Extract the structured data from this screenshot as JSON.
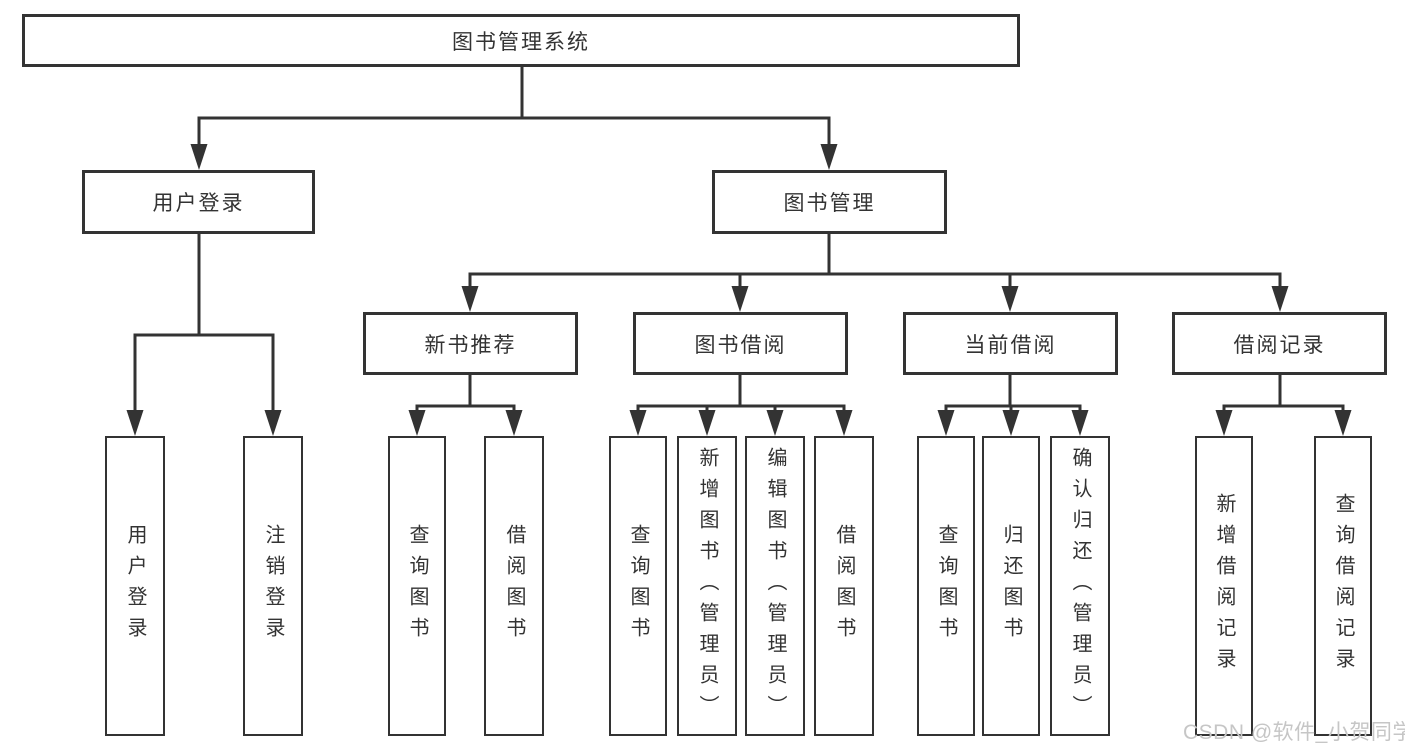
{
  "diagram": {
    "nodes": {
      "root": {
        "label": "图书管理系统"
      },
      "user_login": {
        "label": "用户登录"
      },
      "book_mgmt": {
        "label": "图书管理"
      },
      "new_book_rec": {
        "label": "新书推荐"
      },
      "book_borrow": {
        "label": "图书借阅"
      },
      "current_borrow": {
        "label": "当前借阅"
      },
      "borrow_records": {
        "label": "借阅记录"
      },
      "leaf_user_login": {
        "label": "用户登录"
      },
      "leaf_logout": {
        "label": "注销登录"
      },
      "leaf_rec_query_book": {
        "label": "查询图书"
      },
      "leaf_rec_borrow_book": {
        "label": "借阅图书"
      },
      "leaf_bor_query_book": {
        "label": "查询图书"
      },
      "leaf_bor_add_book": {
        "label": "新增图书（管理员）"
      },
      "leaf_bor_edit_book": {
        "label": "编辑图书（管理员）"
      },
      "leaf_bor_borrow_book": {
        "label": "借阅图书"
      },
      "leaf_cur_query_book": {
        "label": "查询图书"
      },
      "leaf_cur_return_book": {
        "label": "归还图书"
      },
      "leaf_cur_confirm_return": {
        "label": "确认归还（管理员）"
      },
      "leaf_rcd_add_record": {
        "label": "新增借阅记录"
      },
      "leaf_rcd_query_record": {
        "label": "查询借阅记录"
      }
    },
    "colors": {
      "line": "#333333",
      "text": "#333333",
      "background": "#ffffff",
      "watermark": "#c6c6c6"
    }
  },
  "watermark": {
    "text": "CSDN @软件_小贺同学"
  }
}
